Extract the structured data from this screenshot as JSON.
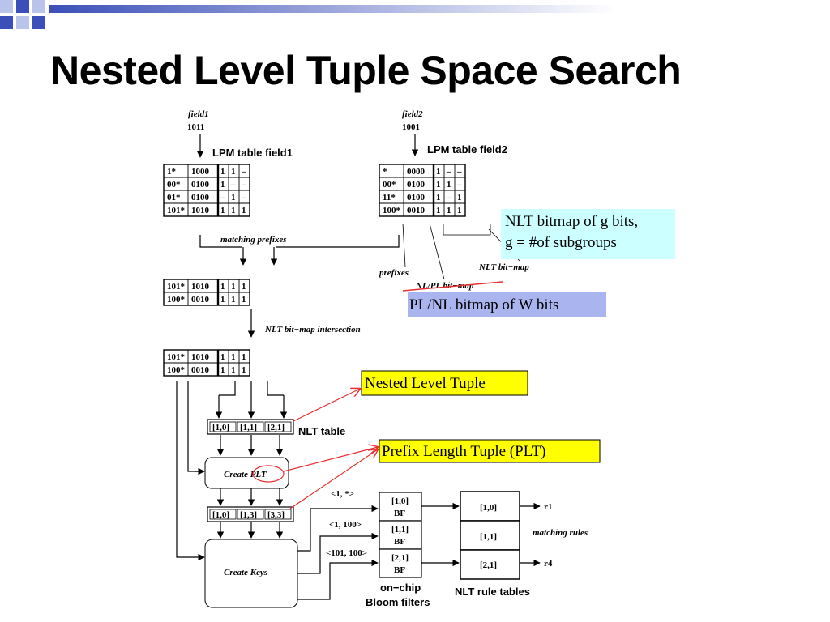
{
  "colors": {
    "accent_light": "#b8c4ec",
    "accent_dark": "#3b4fb8",
    "yellow": "#ffff00",
    "cyan": "#ccffff",
    "lavender": "#aab4ee",
    "red": "#e83030"
  },
  "title": "Nested Level Tuple Space Search",
  "field1": {
    "name": "field1",
    "value": "1011",
    "table_label": "LPM table field1"
  },
  "field2": {
    "name": "field2",
    "value": "1001",
    "table_label": "LPM table field2"
  },
  "lpm1_rows": [
    [
      "1*",
      "1000",
      "1",
      "1",
      "–"
    ],
    [
      "00*",
      "0100",
      "1",
      "–",
      "–"
    ],
    [
      "01*",
      "0100",
      "–",
      "1",
      "–"
    ],
    [
      "101*",
      "1010",
      "1",
      "1",
      "1"
    ]
  ],
  "lpm2_rows": [
    [
      "*",
      "0000",
      "1",
      "–",
      "–"
    ],
    [
      "00*",
      "0100",
      "1",
      "1",
      "–"
    ],
    [
      "11*",
      "0100",
      "1",
      "–",
      "1"
    ],
    [
      "100*",
      "0010",
      "1",
      "1",
      "1"
    ]
  ],
  "matching_rows": [
    [
      "101*",
      "1010",
      "1",
      "1",
      "1"
    ],
    [
      "100*",
      "0010",
      "1",
      "1",
      "1"
    ]
  ],
  "intersection_rows": [
    [
      "101*",
      "1010",
      "1",
      "1",
      "1"
    ],
    [
      "100*",
      "0010",
      "1",
      "1",
      "1"
    ]
  ],
  "labels": {
    "matching_prefixes": "matching prefixes",
    "prefixes": "prefixes",
    "nl_pl_bitmap": "NL/PL bit−map",
    "nlt_bitmap": "NLT bit−map",
    "nlt_intersection": "NLT bit−map intersection",
    "nlt_table": "NLT table",
    "create_plt": "Create PLT",
    "create_keys": "Create Keys",
    "on_chip": "on−chip",
    "bloom_filters": "Bloom filters",
    "nlt_rule_tables": "NLT rule tables",
    "matching_rules": "matching rules"
  },
  "nlt_table": [
    "[1,0]",
    "[1,1]",
    "[2,1]"
  ],
  "plt_table": [
    "[1,0]",
    "[1,3]",
    "[3,3]"
  ],
  "keys": [
    "<1, *>",
    "<1, 100>",
    "<101, 100>"
  ],
  "bloom_filters": [
    {
      "id": "[1,0]",
      "label": "BF"
    },
    {
      "id": "[1,1]",
      "label": "BF"
    },
    {
      "id": "[2,1]",
      "label": "BF"
    }
  ],
  "rule_tables": [
    "[1,0]",
    "[1,1]",
    "[2,1]"
  ],
  "rule_outputs": [
    "r1",
    "r4"
  ],
  "annotations": {
    "nlt_bitmap_line1": "NLT bitmap of g bits,",
    "nlt_bitmap_line2": "g = #of subgroups",
    "pl_nl_bitmap": "PL/NL bitmap of W bits",
    "nested_level_tuple": "Nested Level Tuple",
    "prefix_length_tuple": "Prefix Length Tuple (PLT)"
  }
}
